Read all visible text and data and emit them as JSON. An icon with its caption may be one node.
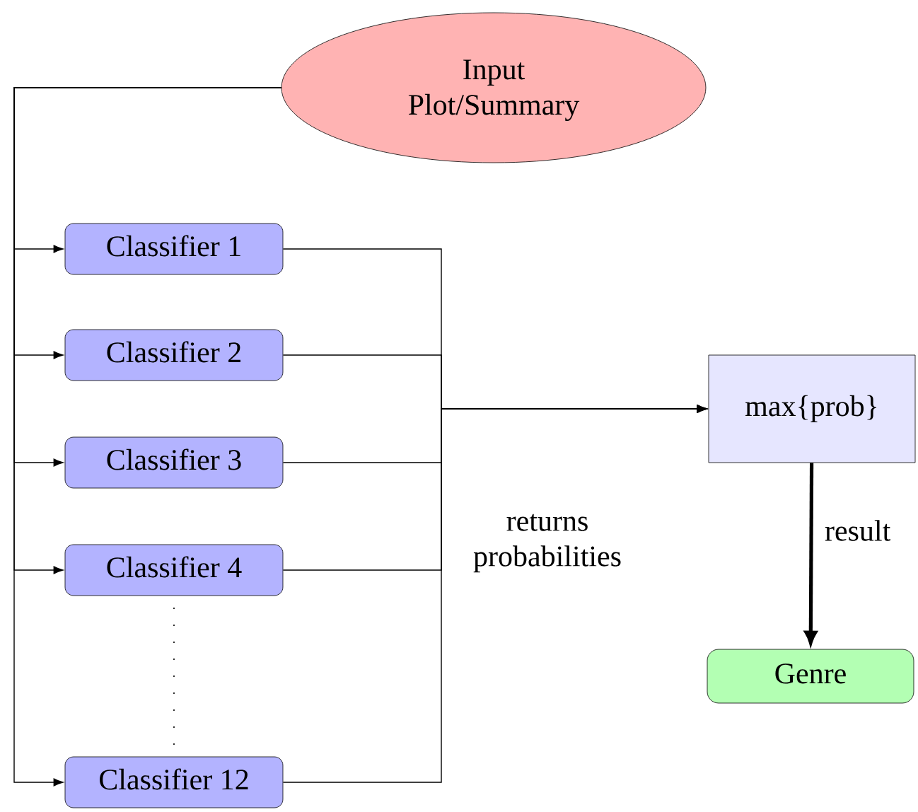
{
  "diagram": {
    "nodes": [
      {
        "text": [
          "Input Plot/Summary"
        ]
      },
      {
        "text": [
          "Classifier 1"
        ]
      },
      {
        "text": [
          "Classifier 2"
        ]
      },
      {
        "text": [
          "Classifier 3"
        ]
      },
      {
        "text": [
          "Classifier 4"
        ]
      },
      {
        "text": [
          "Classifier 12"
        ]
      },
      {
        "text": [
          "max{prob}"
        ]
      },
      {
        "text": [
          "Genre"
        ]
      }
    ],
    "edges": [
      {
        "from": 0,
        "to": 1,
        "arrow": "to"
      },
      {
        "from": 0,
        "to": 2,
        "arrow": "to"
      },
      {
        "from": 0,
        "to": 3,
        "arrow": "to"
      },
      {
        "from": 0,
        "to": 4,
        "arrow": "to"
      },
      {
        "from": 0,
        "to": 5,
        "arrow": "to"
      },
      {
        "from": 1,
        "to": 6,
        "arrow": "to"
      },
      {
        "from": 2,
        "to": 6,
        "arrow": "to"
      },
      {
        "from": 3,
        "to": 6,
        "arrow": "to"
      },
      {
        "from": 4,
        "to": 6,
        "arrow": "to"
      },
      {
        "from": 5,
        "to": 6,
        "arrow": "to"
      },
      {
        "from": 6,
        "to": 7,
        "arrow": "to",
        "label": "result",
        "style": "thick"
      }
    ],
    "labels": [
      "returns probabilities"
    ]
  }
}
